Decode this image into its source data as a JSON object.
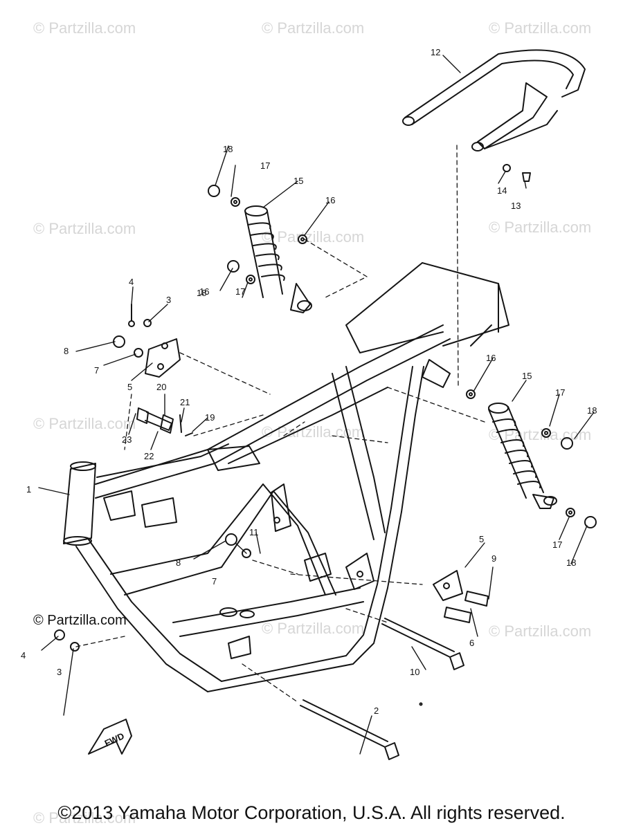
{
  "watermark": "© Partzilla.com",
  "fwd_label": "FWD",
  "copyright": "©2013 Yamaha Motor Corporation, U.S.A. All rights reserved.",
  "callouts": [
    "1",
    "2",
    "3",
    "3",
    "4",
    "4",
    "5",
    "5",
    "6",
    "7",
    "7",
    "8",
    "8",
    "9",
    "10",
    "11",
    "12",
    "13",
    "14",
    "15",
    "15",
    "16",
    "16",
    "16",
    "17",
    "17",
    "17",
    "17",
    "18",
    "18",
    "18",
    "18",
    "19",
    "20",
    "21",
    "22",
    "23"
  ]
}
